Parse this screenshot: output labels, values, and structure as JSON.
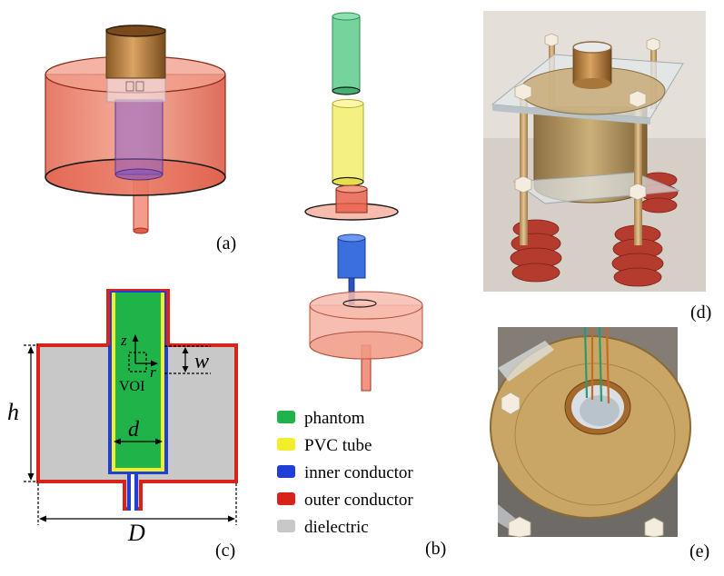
{
  "panels": {
    "a": "(a)",
    "b": "(b)",
    "c": "(c)",
    "d": "(d)",
    "e": "(e)"
  },
  "legend": [
    {
      "label": "phantom",
      "color": "#1fb34a"
    },
    {
      "label": "PVC tube",
      "color": "#f2ee2a"
    },
    {
      "label": "inner conductor",
      "color": "#1f3fd6"
    },
    {
      "label": "outer conductor",
      "color": "#d8231b"
    },
    {
      "label": "dielectric",
      "color": "#c8c8c8"
    }
  ],
  "cross_section": {
    "h": "h",
    "D": "D",
    "d": "d",
    "w": "w",
    "z": "z",
    "r": "r",
    "voi": "VOI"
  },
  "colors": {
    "phantom": "#1fb34a",
    "pvc": "#f2ee2a",
    "inner": "#1f3fd6",
    "outer": "#d8231b",
    "dielectric": "#c8c8c8",
    "copper": "#c08c4a",
    "rod": "#d8b684",
    "rubber": "#b83a2e",
    "plexi": "#d8dde0"
  }
}
